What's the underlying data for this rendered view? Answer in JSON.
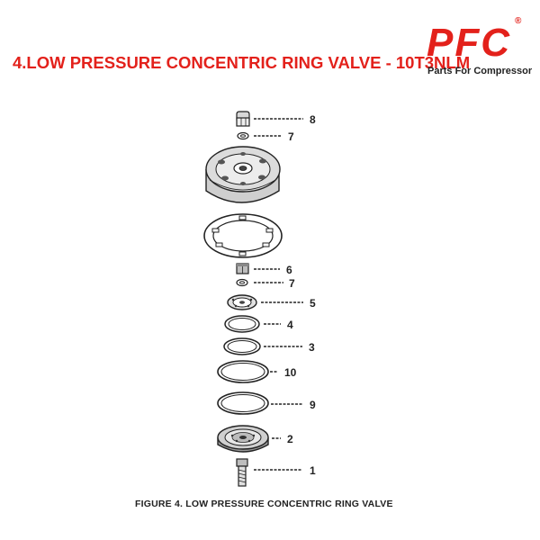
{
  "title": "4.LOW PRESSURE CONCENTRIC RING VALVE - 10T3NLM",
  "logo": {
    "text": "PFC",
    "registered": "®",
    "tagline": "Parts For Compressor",
    "color": "#e3211b"
  },
  "caption": "FIGURE 4. LOW PRESSURE CONCENTRIC RING VALVE",
  "part_labels": {
    "p8": "8",
    "p7a": "7",
    "p6": "6",
    "p7b": "7",
    "p5": "5",
    "p4": "4",
    "p3": "3",
    "p10": "10",
    "p9": "9",
    "p2": "2",
    "p1": "1"
  }
}
